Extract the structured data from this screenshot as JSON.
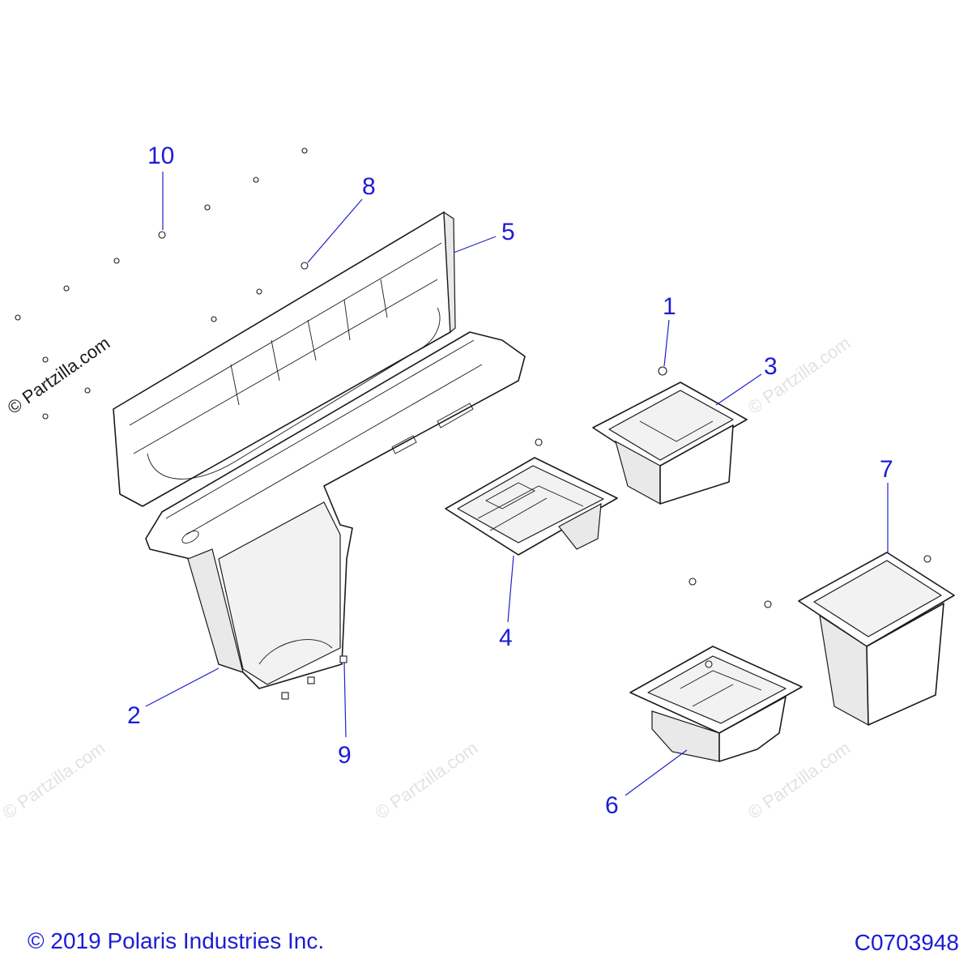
{
  "callouts": [
    {
      "id": "1",
      "text": "1"
    },
    {
      "id": "2",
      "text": "2"
    },
    {
      "id": "3",
      "text": "3"
    },
    {
      "id": "4",
      "text": "4"
    },
    {
      "id": "5",
      "text": "5"
    },
    {
      "id": "6",
      "text": "6"
    },
    {
      "id": "7",
      "text": "7"
    },
    {
      "id": "8",
      "text": "8"
    },
    {
      "id": "9",
      "text": "9"
    },
    {
      "id": "10",
      "text": "10"
    }
  ],
  "watermark": "© Partzilla.com",
  "footer": {
    "copyright": "© 2019 Polaris Industries Inc.",
    "diagram_code": "C0703948"
  },
  "colors": {
    "callout": "#1c1cd6",
    "leader": "#2222cc",
    "linework": "#1a1a1a"
  }
}
